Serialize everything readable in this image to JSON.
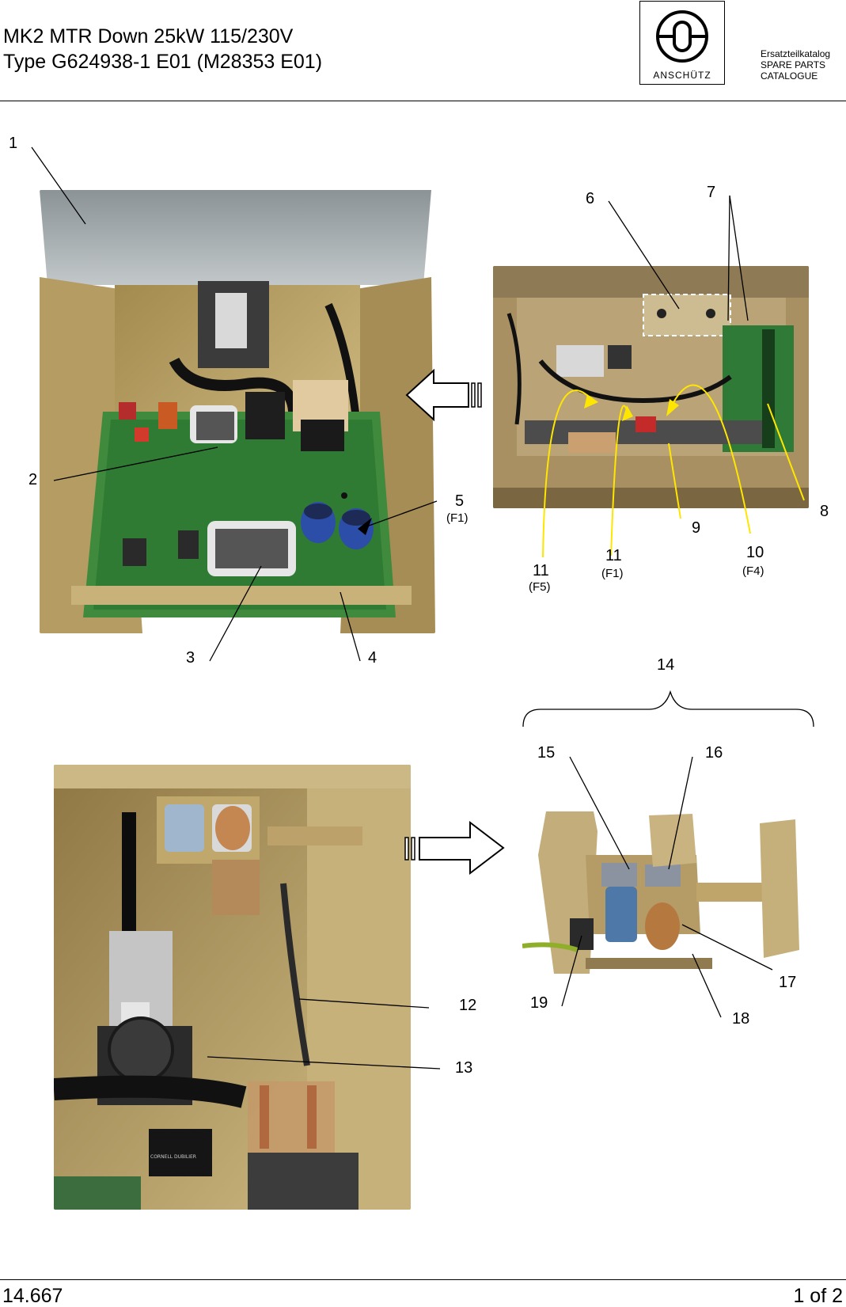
{
  "header": {
    "title_line1": "MK2 MTR Down 25kW 115/230V",
    "title_line2": "Type G624938-1 E01 (M28353 E01)",
    "logo_text": "ANSCHÜTZ",
    "catalog_de": "Ersatzteilkatalog",
    "catalog_en1": "SPARE PARTS",
    "catalog_en2": "CATALOGUE"
  },
  "callouts": {
    "c1": "1",
    "c2": "2",
    "c3": "3",
    "c4": "4",
    "c5": "5",
    "c5_sub": "(F1)",
    "c6": "6",
    "c7": "7",
    "c8": "8",
    "c9": "9",
    "c10": "10",
    "c10_sub": "(F4)",
    "c11a": "11",
    "c11a_sub": "(F5)",
    "c11b": "11",
    "c11b_sub": "(F1)",
    "c12": "12",
    "c13": "13",
    "c14": "14",
    "c15": "15",
    "c16": "16",
    "c17": "17",
    "c18": "18",
    "c19": "19"
  },
  "photo_label": "CORNELL DUBILIER",
  "footer": {
    "doc_number": "14.667",
    "page": "1 of 2"
  }
}
